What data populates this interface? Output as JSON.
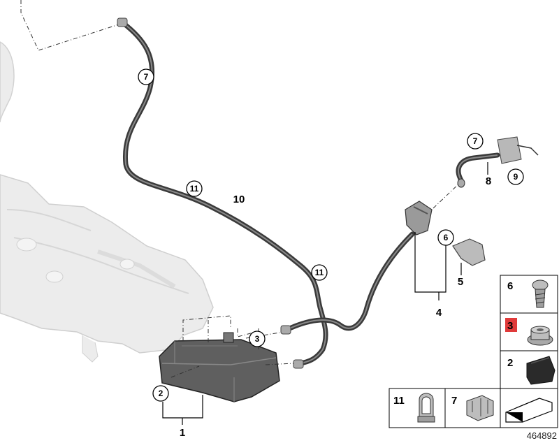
{
  "diagram": {
    "reference_number": "464892",
    "callouts": {
      "c7_top": "7",
      "c11_mid": "11",
      "c10": "10",
      "c11_low": "11",
      "c3": "3",
      "c2": "2",
      "c1": "1",
      "c7_right": "7",
      "c8": "8",
      "c9": "9",
      "c6": "6",
      "c5": "5",
      "c4": "4"
    },
    "legend": {
      "cell_6": "6",
      "cell_3": "3",
      "cell_2": "2",
      "cell_11": "11",
      "cell_7": "7"
    },
    "colors": {
      "highlight": "#e03a3a",
      "tank": "#ececec",
      "tank_edge": "#c8c8c8",
      "hose": "#3a3a3a",
      "hose_inner": "#8a8a8a",
      "canister": "#5f5f5f"
    }
  }
}
